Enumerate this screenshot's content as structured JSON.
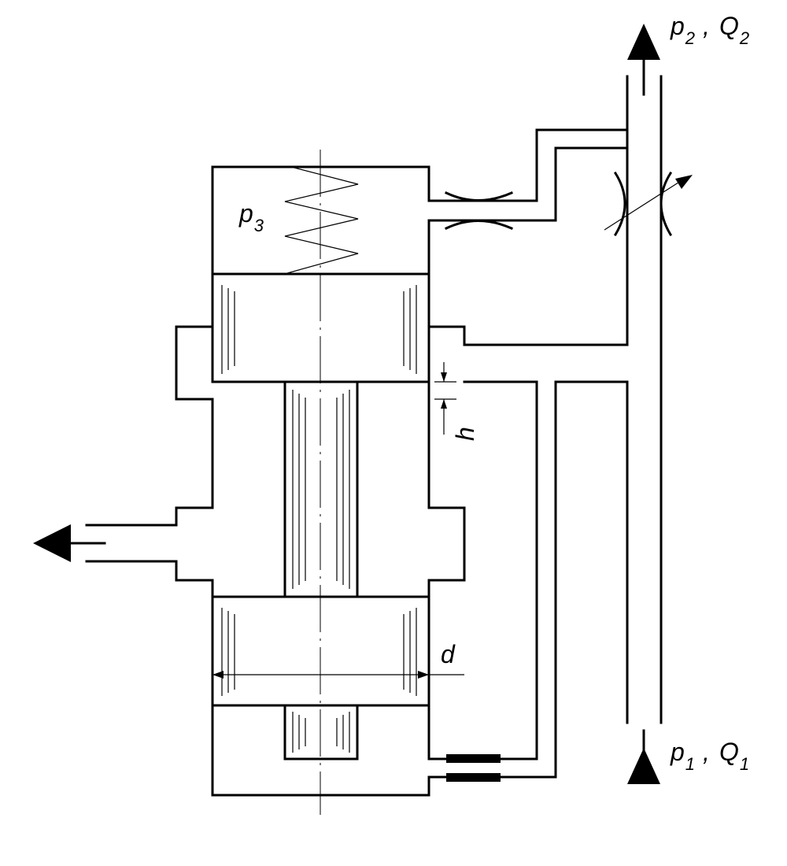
{
  "labels": {
    "outlet_pressure": "p",
    "outlet_pressure_sub": "2",
    "outlet_flow": "Q",
    "outlet_flow_sub": "2",
    "inlet_pressure": "p",
    "inlet_pressure_sub": "1",
    "inlet_flow": "Q",
    "inlet_flow_sub": "1",
    "chamber_pressure": "p",
    "chamber_pressure_sub": "3",
    "separator": ",",
    "gap": "h",
    "diameter": "d"
  }
}
